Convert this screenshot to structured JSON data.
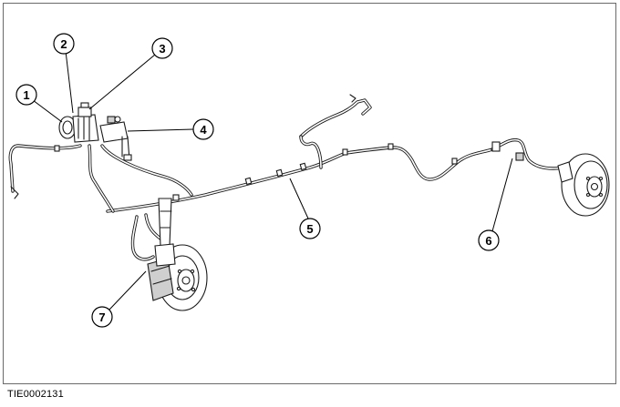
{
  "figure_id": "TIE0002131",
  "callouts": [
    {
      "number": "1"
    },
    {
      "number": "2"
    },
    {
      "number": "3"
    },
    {
      "number": "4"
    },
    {
      "number": "5"
    },
    {
      "number": "6"
    },
    {
      "number": "7"
    }
  ]
}
